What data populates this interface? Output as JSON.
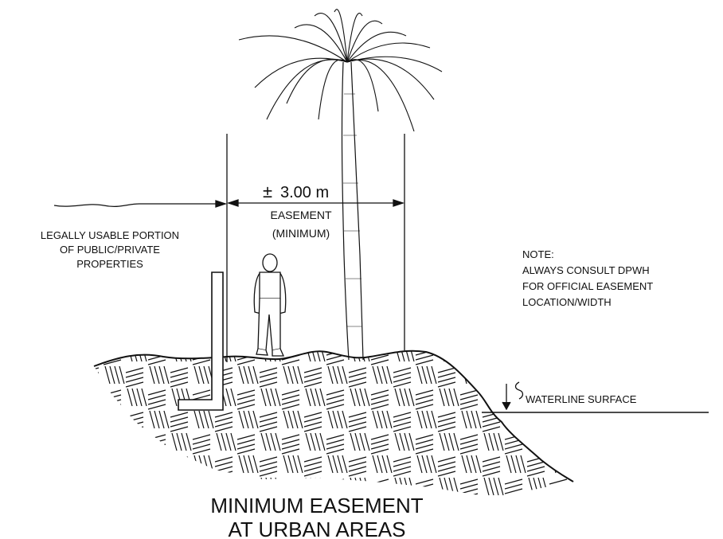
{
  "dimension": {
    "symbol": "±",
    "value": "3.00 m"
  },
  "easement_label": {
    "line1": "EASEMENT",
    "line2": "(MINIMUM)"
  },
  "usable_portion_label": {
    "line1": "LEGALLY USABLE PORTION",
    "line2": "OF PUBLIC/PRIVATE",
    "line3": "PROPERTIES"
  },
  "note": {
    "heading": "NOTE:",
    "line1": "ALWAYS CONSULT DPWH",
    "line2": "FOR OFFICIAL EASEMENT",
    "line3": "LOCATION/WIDTH"
  },
  "waterline_label": "WATERLINE SURFACE",
  "title": {
    "line1": "MINIMUM EASEMENT",
    "line2": "AT URBAN AREAS"
  },
  "colors": {
    "ink": "#111111",
    "paper": "#ffffff"
  }
}
